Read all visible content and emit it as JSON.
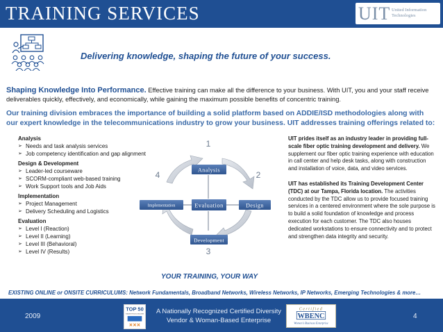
{
  "header": {
    "title": "TRAINING  SERVICES",
    "logo_mark": "UIT",
    "logo_line1": "United Information",
    "logo_line2": "Technologies"
  },
  "tagline": "Delivering knowledge, shaping the future of your success.",
  "intro": {
    "lead": "Shaping Knowledge Into Performance.",
    "text": " Effective training can make all the difference to your business. With UIT, you and your staff receive deliverables quickly, effectively, and economically, while gaining the maximum possible benefits of concentric training."
  },
  "para2": "Our training division embraces the importance of building a solid platform based on ADDIE/ISD methodologies along with our expert knowledge in the telecommunications industry to grow your business.  UIT addresses training offerings related to:",
  "groups": [
    {
      "title": "Analysis",
      "items": [
        "Needs and task analysis services",
        "Job competency identification and gap alignment"
      ]
    },
    {
      "title": "Design & Development",
      "items": [
        "Leader-led courseware",
        "SCORM-compliant web-based training",
        "Work Support tools and Job Aids"
      ]
    },
    {
      "title": "Implementation",
      "items": [
        "Project Management",
        "Delivery Scheduling and Logistics"
      ]
    },
    {
      "title": "Evaluation",
      "items": [
        "Level I (Reaction)",
        "Level II (Learning)",
        "Level III (Behavioral)",
        "Level IV (Results)"
      ]
    }
  ],
  "diagram": {
    "center": "Evaluation",
    "analysis": "Analysis",
    "design": "Design",
    "development": "Development",
    "implementation": "Implementation",
    "n1": "1",
    "n2": "2",
    "n3": "3",
    "n4": "4"
  },
  "right": {
    "p1_bold": "UIT prides itself as an industry leader in providing full-scale fiber optic training development and delivery.",
    "p1_text": " We supplement our fiber optic training experience with education in call center and help desk tasks, along with construction and installation of voice, data, and video services.",
    "p2_bold": "UIT has established its Training Development Center (TDC) at our Tampa, Florida location.",
    "p2_text": " The activities conducted by the TDC allow us to provide focused training services in a centered environment where the sole purpose is to build a solid foundation of knowledge and process execution for each customer. The TDC also houses dedicated workstations to ensure connectivity and to protect and strengthen data integrity and security."
  },
  "your_training": "YOUR TRAINING, YOUR WAY",
  "existing": "EXISTING ONLINE or ONSITE CURRICULUMS: Network Fundamentals, Broadband Networks, Wireless Networks, IP Networks, Emerging Technologies & more…",
  "footer": {
    "year": "2009",
    "line1": "A Nationally Recognized Certified Diversity",
    "line2": "Vendor & Woman-Based Enterprise",
    "page": "4",
    "top50_title": "TOP 50",
    "top50_sub": "ORGANIZATIONS FOR MULTICULTURAL BUSINESS",
    "wbenc_cert": "Certified",
    "wbenc_name": "WBENC",
    "wbenc_sub": "Women's Business Enterprise"
  },
  "colors": {
    "brand_blue": "#1f4f93",
    "accent_blue": "#3a6aa8",
    "box_blue": "#3b5f9a"
  }
}
